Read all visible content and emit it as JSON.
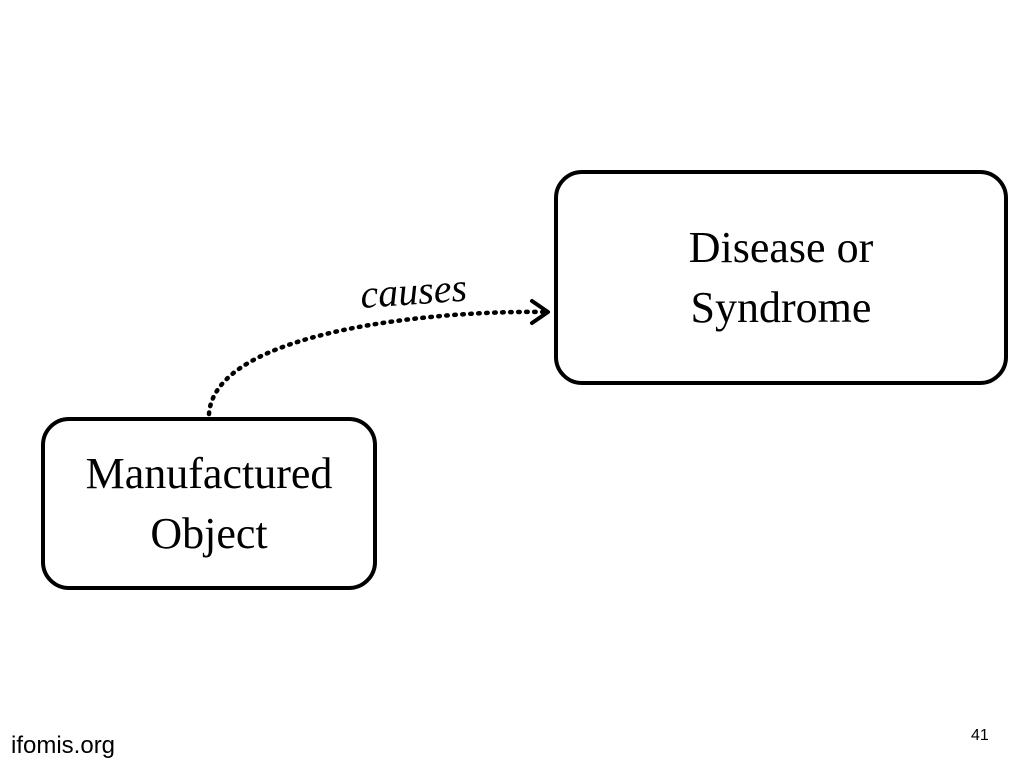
{
  "nodes": {
    "disease": {
      "line1": "Disease or",
      "line2": "Syndrome"
    },
    "object": {
      "line1": "Manufactured",
      "line2": "Object"
    }
  },
  "edge": {
    "label": "causes",
    "from": "Manufactured Object",
    "to": "Disease or Syndrome",
    "style": "dotted",
    "arrow": "open-head"
  },
  "footer": {
    "site": "ifomis.org",
    "page_number": "41"
  }
}
